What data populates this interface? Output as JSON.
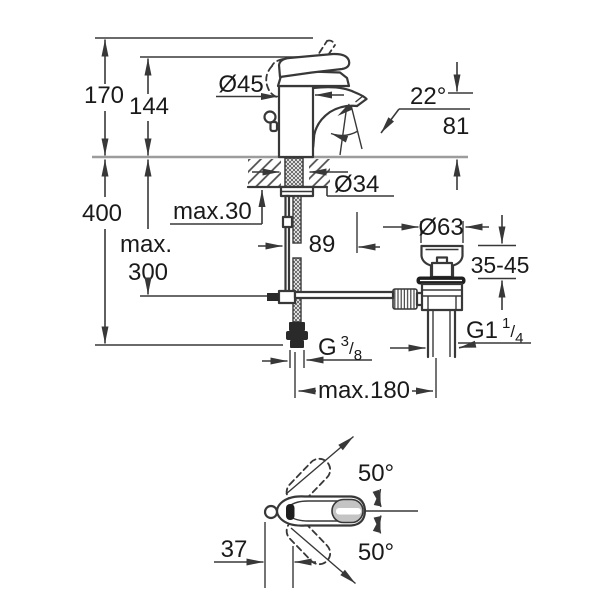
{
  "drawing": {
    "side_view": {
      "total_height": "170",
      "base_height": "144",
      "body_diameter": "Ø45",
      "stream_angle": "22°",
      "spout_height": "81",
      "hose_length": "400",
      "counter_thickness": "max.30",
      "hole_diameter": "Ø34",
      "rod_reach_line1": "max.",
      "rod_reach_line2": "300",
      "spout_reach": "89",
      "supply_thread_prefix": "G",
      "supply_thread_numerator": "3",
      "supply_thread_slash": "/",
      "supply_thread_denominator": "8",
      "hose_spacing": "max.180"
    },
    "drain": {
      "flange_diameter": "Ø63",
      "deck_range": "35-45",
      "thread_prefix": "G1",
      "thread_numerator": "1",
      "thread_slash": "/",
      "thread_denominator": "4"
    },
    "top_view": {
      "swivel_angle_up": "50°",
      "swivel_angle_down": "50°",
      "handle_offset": "37"
    },
    "colors": {
      "line": "#383838",
      "text": "#1a1a1a",
      "counter_line": "#9c9c9c",
      "dark_fill": "#1e1e1e",
      "handle_fill": "#c4c4c4"
    }
  }
}
